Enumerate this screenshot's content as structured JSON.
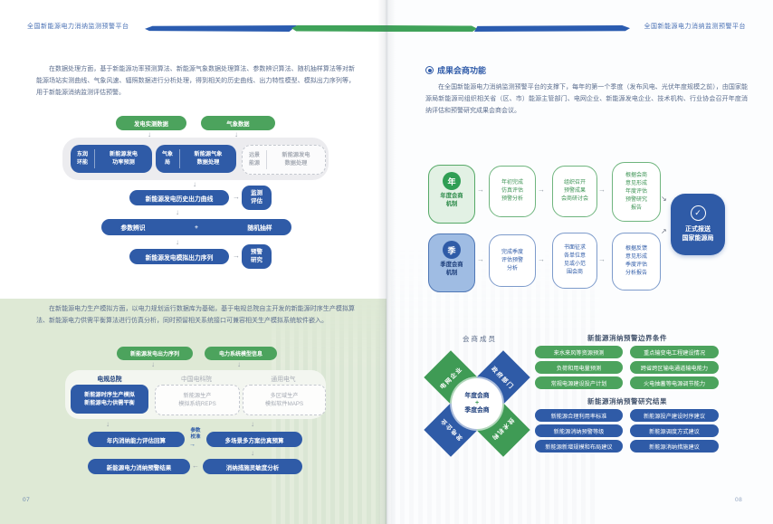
{
  "colors": {
    "primary_blue": "#2F5BA7",
    "primary_green": "#43A05A",
    "section_green_bg": "#DEE9D5"
  },
  "header": {
    "title_left": "全国新能源电力消纳监测预警平台",
    "title_right": "全国新能源电力消纳监测预警平台"
  },
  "left_page": {
    "intro": "在数据处理方面，基于新能源功率预测算法、新能源气象数据处理算法、参数辨识算法、随机抽样算法等对新能源场站实测曲线、气象风速、辐照数据进行分析处理，得到相关的历史曲线、出力特性模型、模拟出力序列等，用于新能源消纳监测评估预警。",
    "flow1": {
      "input1": "发电实测数据",
      "input2": "气象数据",
      "org1": "东润\n环能",
      "task1": "新能源发电\n功率预测",
      "org2": "气象\n局",
      "task2": "新能源气象\n数据处理",
      "org3": "远景\n能源",
      "task3": "新能源发电\n数据处理",
      "history_curve": "新能源发电历史出力曲线",
      "monitor": "监测\n评估",
      "param": "参数辨识",
      "plus": "+",
      "sampling": "随机抽样",
      "sim_series": "新能源发电模拟出力序列",
      "warning": "预警\n研究"
    },
    "sim_section": {
      "intro": "在新能源电力生产模拟方面，以电力规划运行数据库为基础，基于电规总院自主开发的新能源时序生产模拟算法、新能源电力供需平衡算法进行仿真分析，同时预留相关系统接口可兼容相关生产模拟系统软件嵌入。",
      "input1": "新能源发电出力序列",
      "input2": "电力系统模型信息",
      "col1_header": "电规总院",
      "col1_box": "新能源时序生产模拟\n新能源电力供需平衡",
      "col2_header": "中国电科院",
      "col2_box": "新能源生产\n模拟系统REPS",
      "col3_header": "通用电气",
      "col3_box": "多区域生产\n模拟软件MAPS",
      "annual_calc": "年内消纳能力评估回算",
      "param_calib": "参数\n校准",
      "multi_scenario": "多场景多方案仿真预算",
      "result": "新能源电力消纳预警结果",
      "sensitivity": "消纳措施灵敏度分析"
    },
    "page_number": "07"
  },
  "right_page": {
    "section_title": "成果会商功能",
    "intro": "在全国新能源电力消纳监测预警平台的支撑下，每年的第一个季度（发布风电、光伏年度规模之前），由国家能源局新能源司组织相关省（区、市）能源主管部门、电网企业、新能源发电企业、技术机构、行业协会召开年度消纳评估和预警研究成果会商会议。",
    "annual": {
      "badge": "年",
      "label": "年度会商\n机制",
      "step1": "年初完成\n仿真评估\n预警分析",
      "step2": "组织召开\n预警成果\n会商研讨会",
      "step3": "根据会商\n意见形成\n年度评估\n预警研究\n报告"
    },
    "quarterly": {
      "badge": "季",
      "label": "季度会商\n机制",
      "step1": "完成季度\n评估预警\n分析",
      "step2": "书面征求\n各单位意\n见或小范\n围会商",
      "step3": "根据反馈\n意见形成\n季度评估\n分析报告"
    },
    "report_box": "正式报送\n国家能源局",
    "members": {
      "title": "会商成员",
      "nw": "电网企业",
      "ne": "政府部门",
      "sw": "发电企业",
      "se": "技术机构",
      "center_top": "年度会商",
      "center_plus": "+",
      "center_bottom": "季度会商"
    },
    "boundary": {
      "title": "新能源消纳预警边界条件",
      "items": [
        "来水来风等资源预测",
        "重点输变电工程建设情况",
        "负荷和用电量预测",
        "跨省跨区输电通道输电能力",
        "常规电源建设投产计划",
        "火电抽蓄等电源调节能力"
      ]
    },
    "results": {
      "title": "新能源消纳预警研究结果",
      "items": [
        "新能源合理利用率标准",
        "新能源投产建设时序建议",
        "新能源消纳预警等级",
        "新能源调度方式建议",
        "新能源新增规模和布局建议",
        "新能源消纳措施建议"
      ]
    },
    "page_number": "08"
  }
}
